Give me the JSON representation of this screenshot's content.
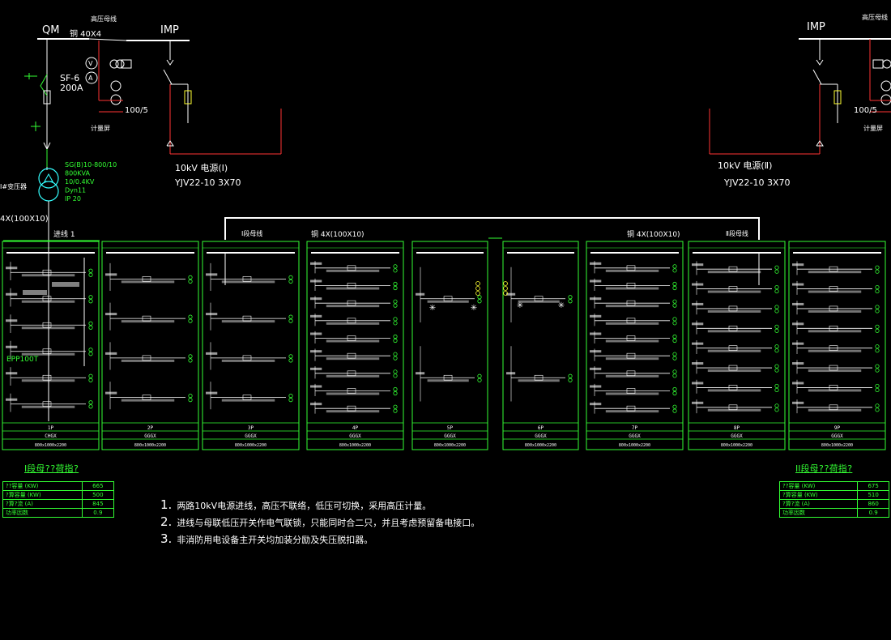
{
  "colors": {
    "background": "#000000",
    "wire_white": "#ffffff",
    "wire_red": "#ff3333",
    "green": "#33ff33",
    "cyan": "#33ffff",
    "yellow": "#ffff33"
  },
  "left_feed": {
    "qm_label": "QM",
    "hv_bus_label": "高压母线",
    "busbar_spec": "铜 40X4",
    "imp_label": "IMP",
    "breaker_type": "SF-6",
    "breaker_rating": "200A",
    "ct_ratio": "100/5",
    "metering_label": "计量屏",
    "cable_label": "10kV 电源(Ⅰ)",
    "cable_spec": "YJV22-10 3X70",
    "meter_v": "V",
    "meter_a": "A"
  },
  "transformer": {
    "label": "Ⅰ#变压器",
    "spec_lines": [
      "SG(B)10-800/10",
      "800KVA",
      "10/0.4KV",
      "Dyn11",
      "IP 20"
    ]
  },
  "right_feed": {
    "hv_bus_label": "高压母线",
    "imp_label": "IMP",
    "ct_ratio": "100/5",
    "metering_label": "计量屏",
    "cable_label": "10kV 电源(Ⅱ)",
    "cable_spec": "YJV22-10 3X70"
  },
  "lv_bus": {
    "left_fragment": "4X(100X10)",
    "incoming_label": "进线 1",
    "seg1_label": "Ⅰ段母线",
    "busbar_spec_left": "铜 4X(100X10)",
    "busbar_spec_right": "铜 4X(100X10)",
    "seg2_label": "Ⅱ段母线",
    "epp_label": "EPP100T"
  },
  "panels": [
    {
      "id": "1P",
      "type": "CHGX",
      "size": "800x1000x2200"
    },
    {
      "id": "2P",
      "type": "GGGX",
      "size": "800x1000x2200"
    },
    {
      "id": "3P",
      "type": "GGGX",
      "size": "800x1000x2200"
    },
    {
      "id": "4P",
      "type": "GGGX",
      "size": "800x1000x2200"
    },
    {
      "id": "5P",
      "type": "GGGX",
      "size": "800x1000x2200"
    },
    {
      "id": "6P",
      "type": "GGGX",
      "size": "800x1000x2200"
    },
    {
      "id": "7P",
      "type": "GGGX",
      "size": "800x1000x2200"
    },
    {
      "id": "8P",
      "type": "GGGX",
      "size": "800x1000x2200"
    },
    {
      "id": "9P",
      "type": "GGGX",
      "size": "800x1000x2200"
    }
  ],
  "load_tables": {
    "left": {
      "title": "Ⅰ段母??荷指?",
      "rows": [
        {
          "label": "??容量 (KW)",
          "value": "665"
        },
        {
          "label": "?算容量 (KW)",
          "value": "500"
        },
        {
          "label": "?算?流 (A)",
          "value": "845"
        },
        {
          "label": "功率因数",
          "value": "0.9"
        }
      ]
    },
    "right": {
      "title": "ⅠⅠ段母??荷指?",
      "rows": [
        {
          "label": "??容量 (KW)",
          "value": "675"
        },
        {
          "label": "?算容量 (KW)",
          "value": "510"
        },
        {
          "label": "?算?流 (A)",
          "value": "860"
        },
        {
          "label": "功率因数",
          "value": "0.9"
        }
      ]
    }
  },
  "notes": [
    {
      "num": "1.",
      "text": "两路10kV电源进线，高压不联络，低压可切换，采用高压计量。"
    },
    {
      "num": "2.",
      "text": "进线与母联低压开关作电气联锁，只能同时合二只，并且考虑预留备电接口。"
    },
    {
      "num": "3.",
      "text": "非消防用电设备主开关均加装分励及失压脱扣器。"
    }
  ]
}
